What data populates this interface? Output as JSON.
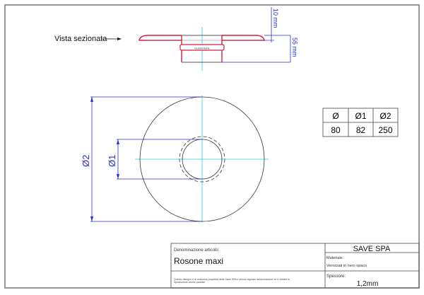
{
  "section_view": {
    "label": "Vista sezionata",
    "gasket_label": "Guarnizione",
    "dim_flange": "10 mm",
    "dim_height": "55 mm"
  },
  "plan_view": {
    "dim_outer": "Ø2",
    "dim_inner": "Ø1"
  },
  "dimension_table": {
    "headers": [
      "Ø",
      "Ø1",
      "Ø2"
    ],
    "values": [
      "80",
      "82",
      "250"
    ]
  },
  "title_block": {
    "name_label": "Denominazione articolo:",
    "name_value": "Rosone maxi",
    "notice": "Questo disegno è di esclusiva proprietà della Save SPA e senza regolare autorizzazione ne è vietata la",
    "notice_2": "riproduzione anche parziale.",
    "company": "SAVE SPA",
    "material_label": "Materiale:",
    "material_value": "Verniciati in nero opaco",
    "thickness_label": "Spessore:",
    "thickness_value": "1,2mm"
  },
  "colors": {
    "part": "#d0213f",
    "dimension": "#2a2ad0",
    "centerline": "#22d0e0",
    "frame": "#777777"
  }
}
